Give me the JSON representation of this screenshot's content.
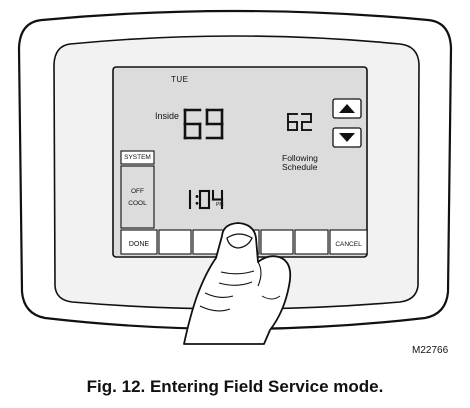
{
  "screen": {
    "day": "TUE",
    "inside_label": "Inside",
    "inside_temp": "69",
    "set_temp": "62",
    "status_line1": "Following",
    "status_line2": "Schedule",
    "time": "1:04",
    "time_suffix": "PM",
    "system_button": "SYSTEM",
    "mode_line1": "OFF",
    "mode_line2": "COOL",
    "done_button": "DONE",
    "cancel_button": "CANCEL",
    "up_arrow_icon": "triangle-up-icon",
    "down_arrow_icon": "triangle-down-icon"
  },
  "figure": {
    "code": "M22766",
    "caption": "Fig. 12. Entering Field Service mode."
  }
}
